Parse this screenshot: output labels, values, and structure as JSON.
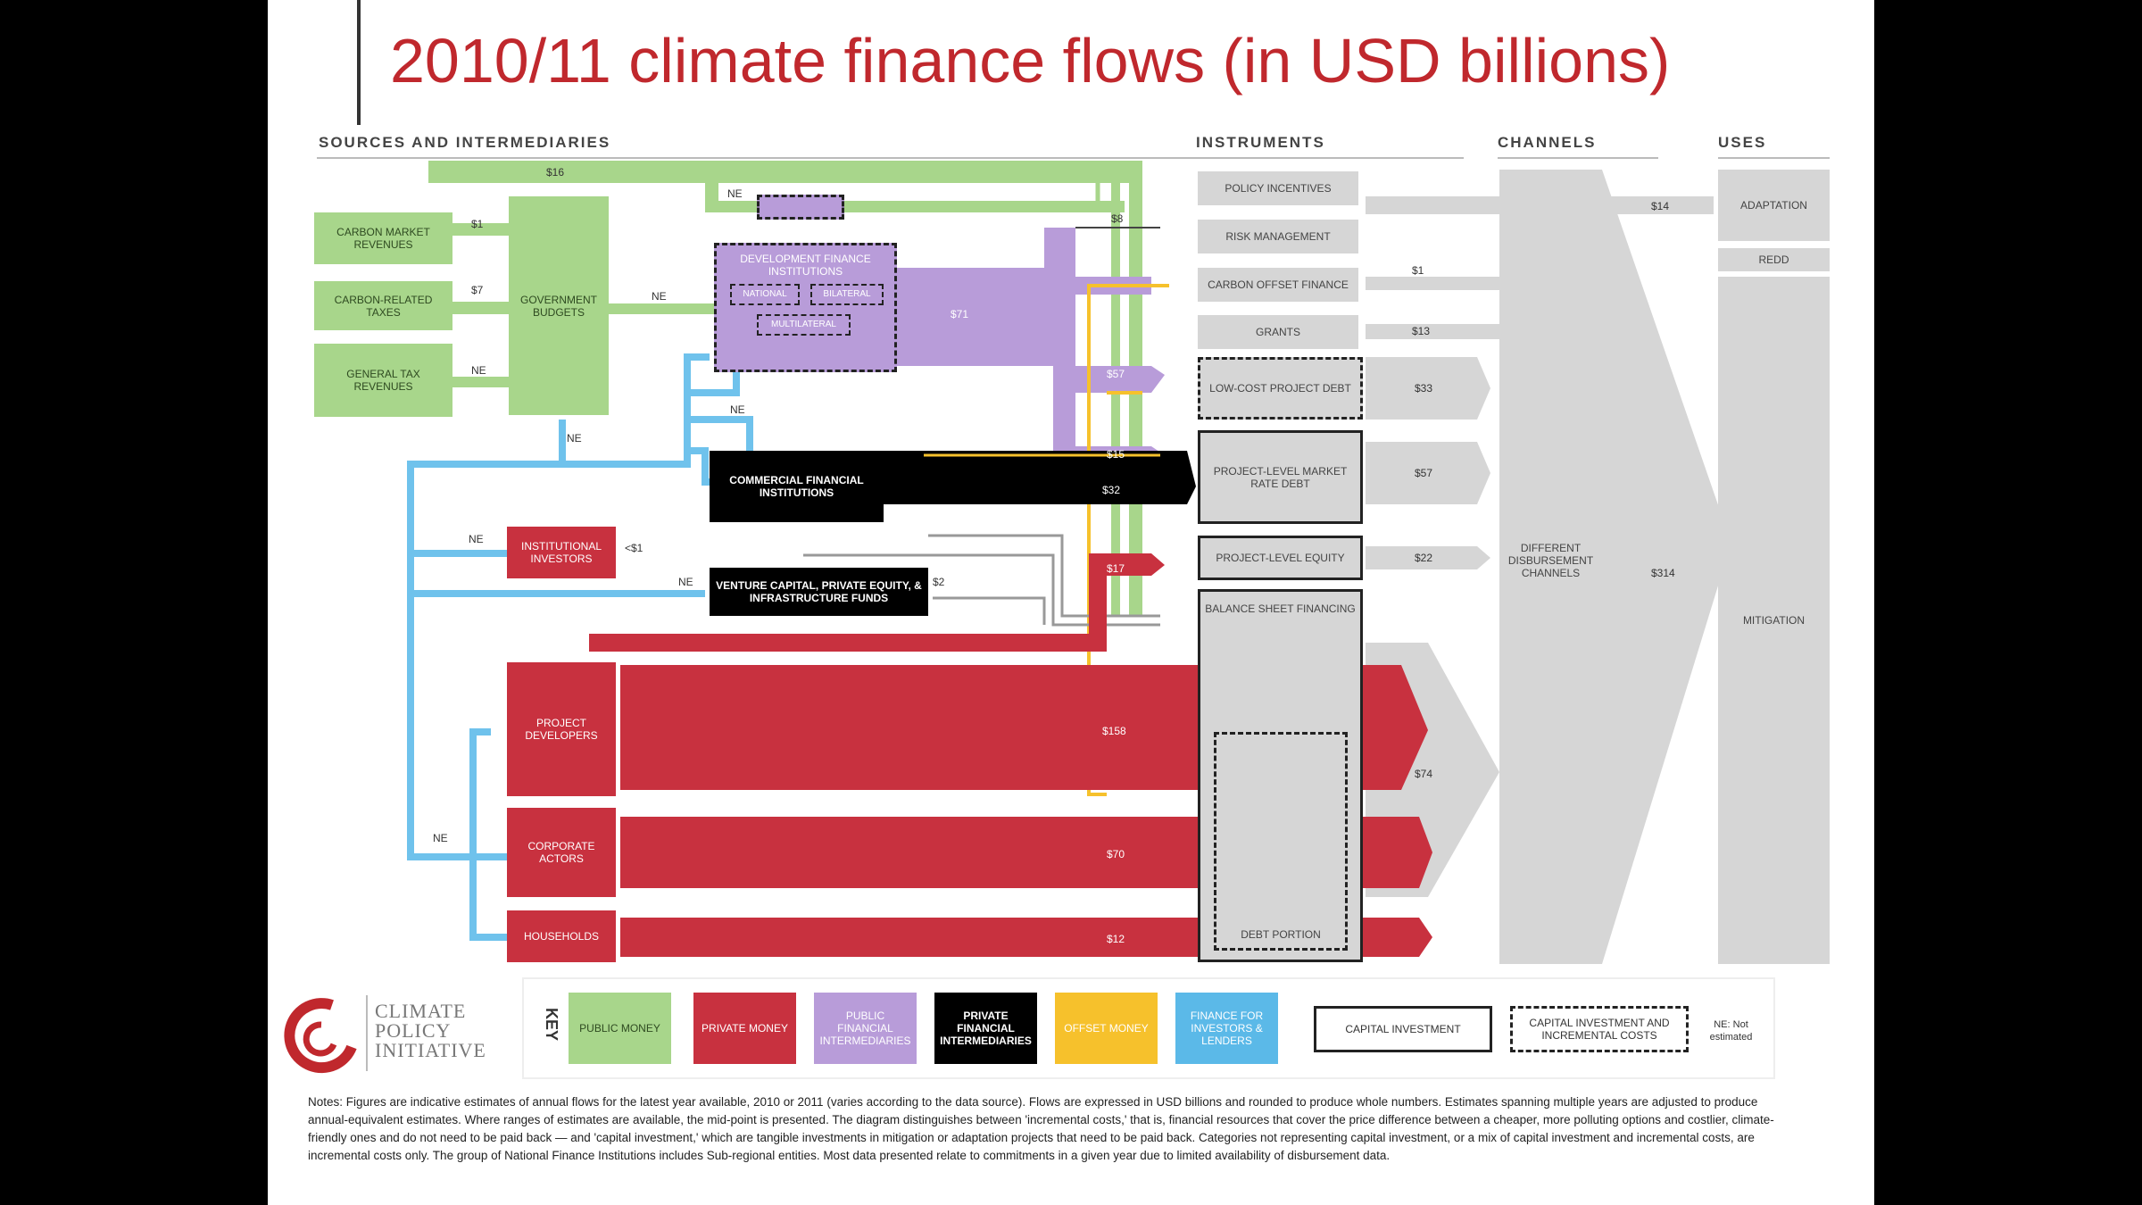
{
  "title": "2010/11 climate finance flows (in USD billions)",
  "sections": {
    "sources": "SOURCES AND INTERMEDIARIES",
    "instruments": "INSTRUMENTS",
    "channels": "CHANNELS",
    "uses": "USES"
  },
  "sources": {
    "carbon_market": "CARBON MARKET REVENUES",
    "carbon_taxes": "CARBON-RELATED TAXES",
    "general_tax": "GENERAL TAX REVENUES",
    "gov_budgets": "GOVERNMENT BUDGETS",
    "dfi": "DEVELOPMENT FINANCE INSTITUTIONS",
    "dfi_sub1": "NATIONAL",
    "dfi_sub2": "BILATERAL",
    "dfi_sub3": "MULTILATERAL",
    "commercial": "COMMERCIAL FINANCIAL INSTITUTIONS",
    "institutional": "INSTITUTIONAL INVESTORS",
    "venture": "VENTURE CAPITAL, PRIVATE EQUITY, & INFRASTRUCTURE FUNDS",
    "project_dev": "PROJECT DEVELOPERS",
    "corporate": "CORPORATE ACTORS",
    "households": "HOUSEHOLDS"
  },
  "instruments": {
    "policy": "POLICY INCENTIVES",
    "risk": "RISK MANAGEMENT",
    "carbon_offset": "CARBON OFFSET FINANCE",
    "grants": "GRANTS",
    "low_cost": "LOW-COST PROJECT DEBT",
    "market_rate": "PROJECT-LEVEL MARKET RATE DEBT",
    "equity": "PROJECT-LEVEL EQUITY",
    "balance": "BALANCE SHEET FINANCING",
    "debt_portion": "DEBT PORTION"
  },
  "channels": {
    "different": "DIFFERENT DISBURSEMENT CHANNELS"
  },
  "uses": {
    "adaptation": "ADAPTATION",
    "redd": "REDD",
    "mitigation": "MITIGATION"
  },
  "flow_values": {
    "gov_top": "$16",
    "carbon_market": "$1",
    "carbon_taxes": "$7",
    "general_tax": "NE",
    "top_ne": "NE",
    "top_right": "$8",
    "gov_to_dfi": "NE",
    "dfi_out": "$71",
    "dfi_low": "$57",
    "dfi_mid": "$15",
    "blue_ne1": "NE",
    "blue_ne2": "NE",
    "commercial": "$32",
    "institutional_ne": "NE",
    "institutional_out": "<$1",
    "venture_ne": "NE",
    "venture_out": "$2",
    "red_equity": "$17",
    "project_dev": "$158",
    "corporate": "$70",
    "households": "$12",
    "blue_ne3": "NE",
    "inst_adaptation": "$14",
    "inst_offset": "$1",
    "inst_grants": "$13",
    "inst_lowcost": "$33",
    "inst_market": "$57",
    "inst_equity": "$22",
    "inst_balance": "$74",
    "channel_total": "$314"
  },
  "key": {
    "label": "KEY",
    "public": "PUBLIC MONEY",
    "private": "PRIVATE MONEY",
    "public_fin": "PUBLIC FINANCIAL INTERMEDIARIES",
    "private_fin": "PRIVATE FINANCIAL INTERMEDIARIES",
    "offset": "OFFSET MONEY",
    "finance": "FINANCE FOR INVESTORS & LENDERS",
    "capital": "CAPITAL INVESTMENT",
    "capital_incr": "CAPITAL INVESTMENT AND INCREMENTAL COSTS",
    "ne": "NE: Not estimated"
  },
  "logo": {
    "line1": "CLIMATE",
    "line2": "POLICY",
    "line3": "INITIATIVE"
  },
  "notes": "Notes: Figures are indicative estimates of annual flows for the latest year available, 2010 or 2011 (varies according to the data source). Flows are expressed in USD billions and rounded to produce whole numbers. Estimates spanning multiple years are adjusted to produce annual-equivalent estimates. Where ranges of estimates are available, the mid-point is presented. The diagram distinguishes between 'incremental costs,' that is, financial resources that cover the price difference between a cheaper, more polluting options and costlier, climate-friendly ones and do not need to be paid back — and 'capital investment,' which are tangible investments in mitigation or adaptation projects that need to be paid back. Categories not representing capital investment, or a mix of capital investment and incremental costs, are incremental costs only. The group of National Finance Institutions includes Sub-regional entities. Most data presented relate to commitments in a given year due to limited availability of disbursement data.",
  "colors": {
    "title": "#c0282d",
    "public": "#a8d68b",
    "private": "#c8313f",
    "public_fin": "#b89cd9",
    "private_fin": "#000000",
    "offset": "#f6c12c",
    "finance": "#5bb9e8",
    "grey": "#d6d6d6"
  }
}
